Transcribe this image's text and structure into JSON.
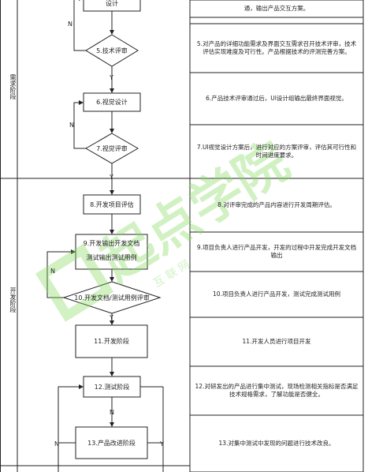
{
  "stages": {
    "requirements": "需求阶段",
    "development": "开发阶段"
  },
  "steps": {
    "s4_tail": "设计",
    "s5": "5.技术评审",
    "s6": "6.视觉设计",
    "s7": "7.视觉评审",
    "s8": "8.开发项目评估",
    "s9_line1": "9.开发输出开发文档",
    "s9_line2": "测试输出测试用例",
    "s10": "10.开发文档/测试用例评审",
    "s11": "11.开发阶段",
    "s12": "12.测试阶段",
    "s13": "13.产品改进阶段"
  },
  "descriptions": {
    "d4_tail": "通，输出产品交互方案。",
    "d5": "5.对产品的详细功能需求及界面交互需求召开技术评审，技术评估实现难度及可行性。产品根据技术的评测完善方案。",
    "d6": "6.产品技术评审通过后，UI设计组输出最终界面视觉。",
    "d7": "7.UI视觉设计方案后，进行对应的方案评审，评估其可行性和时间进度要求。",
    "d8": "8.对评审完成的产品内容进行开发周期评估。",
    "d9": "9.项目负责人进行产品开发，开发的过程中开发完成开发文档输出",
    "d10": "10.项目负责人进行产品开发，测试完成测试用例",
    "d11": "11.开发人员进行项目开发",
    "d12": "12.对研发出的产品进行集中测试，现场检测相关指标是否满足技术规格需求，了解功能是否健全。",
    "d13": "13.对集中测试中发现的问题进行技术改良。"
  },
  "flags": {
    "yes": "Y",
    "no": "N"
  },
  "watermark": {
    "main": "起点学院",
    "sub": "互 联 网"
  },
  "colors": {
    "line": "#222222",
    "watermark": "#7ed957"
  }
}
